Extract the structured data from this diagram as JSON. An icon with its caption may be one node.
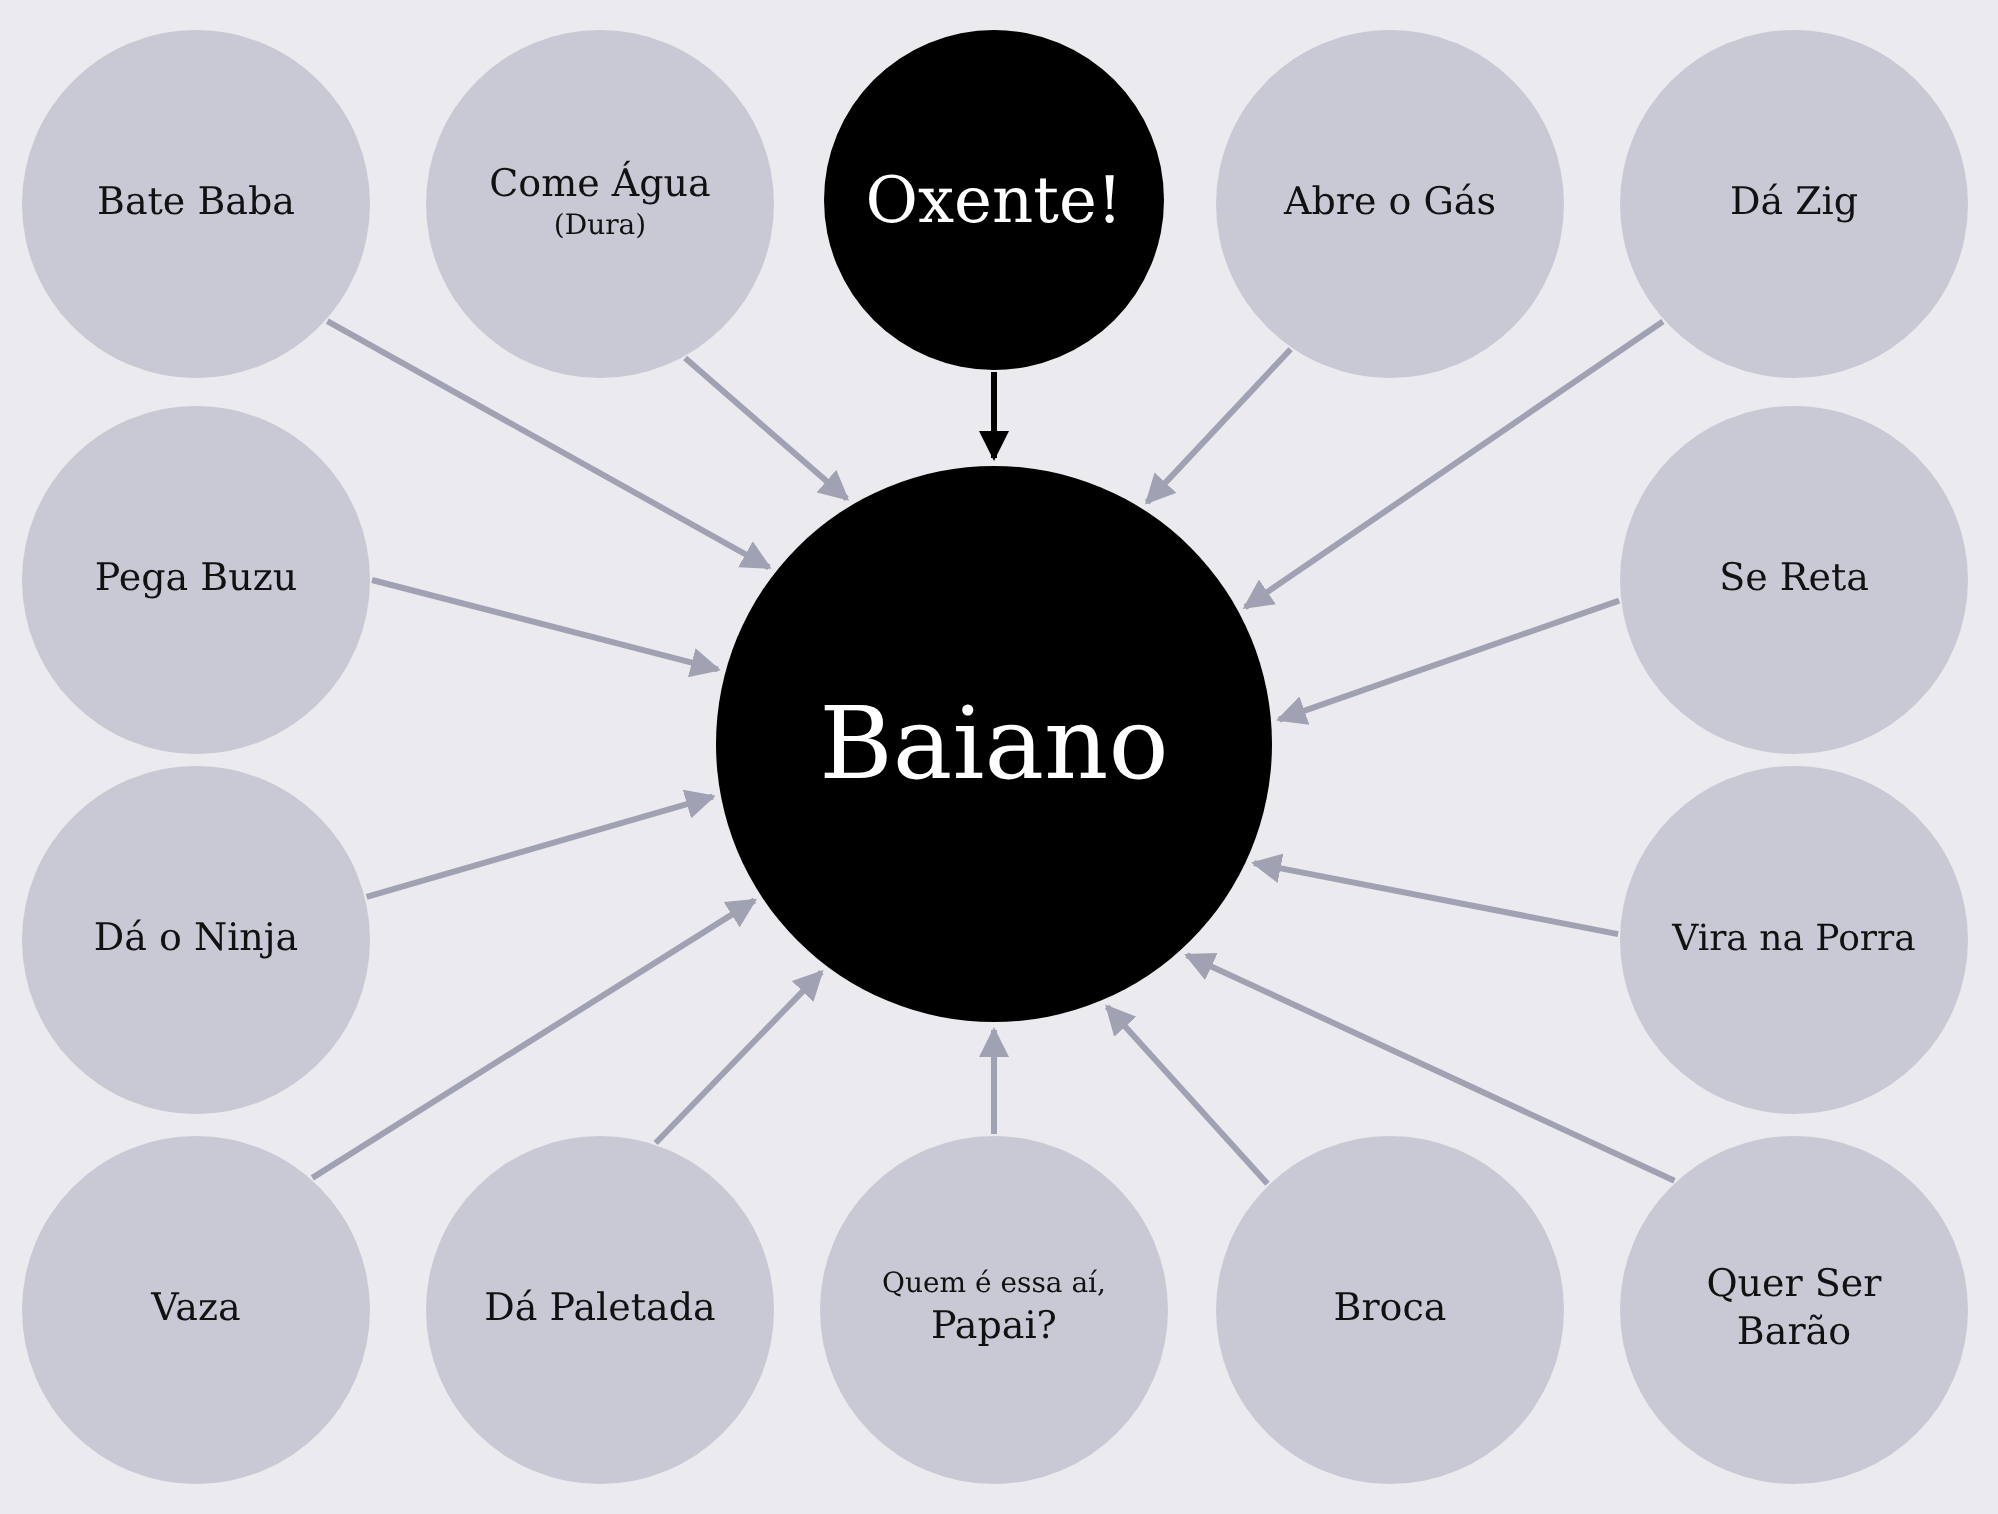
{
  "diagram": {
    "nodes": [
      {
        "text": [
          "Bate Baba"
        ]
      },
      {
        "text": [
          "Come Água",
          "(Dura)"
        ]
      },
      {
        "text": [
          "Oxente!"
        ]
      },
      {
        "text": [
          "Abre o Gás"
        ]
      },
      {
        "text": [
          "Dá Zig"
        ]
      },
      {
        "text": [
          "Pega Buzu"
        ]
      },
      {
        "text": [
          "Baiano"
        ]
      },
      {
        "text": [
          "Se Reta"
        ]
      },
      {
        "text": [
          "Dá o Ninja"
        ]
      },
      {
        "text": [
          "Vira na Porra"
        ]
      },
      {
        "text": [
          "Vaza"
        ]
      },
      {
        "text": [
          "Dá Paletada"
        ]
      },
      {
        "text": [
          "Quem é essa aí,",
          "Papai?"
        ]
      },
      {
        "text": [
          "Broca"
        ]
      },
      {
        "text": [
          "Quer Ser Barão"
        ]
      }
    ],
    "edges": [
      {
        "from": 0,
        "to": 6,
        "arrow": "to"
      },
      {
        "from": 1,
        "to": 6,
        "arrow": "to"
      },
      {
        "from": 2,
        "to": 6,
        "arrow": "to",
        "color": "#000000"
      },
      {
        "from": 3,
        "to": 6,
        "arrow": "to"
      },
      {
        "from": 4,
        "to": 6,
        "arrow": "to"
      },
      {
        "from": 5,
        "to": 6,
        "arrow": "to"
      },
      {
        "from": 7,
        "to": 6,
        "arrow": "to"
      },
      {
        "from": 8,
        "to": 6,
        "arrow": "to"
      },
      {
        "from": 9,
        "to": 6,
        "arrow": "to"
      },
      {
        "from": 10,
        "to": 6,
        "arrow": "to"
      },
      {
        "from": 11,
        "to": 6,
        "arrow": "to"
      },
      {
        "from": 12,
        "to": 6,
        "arrow": "to"
      },
      {
        "from": 13,
        "to": 6,
        "arrow": "to"
      },
      {
        "from": 14,
        "to": 6,
        "arrow": "to"
      }
    ]
  }
}
